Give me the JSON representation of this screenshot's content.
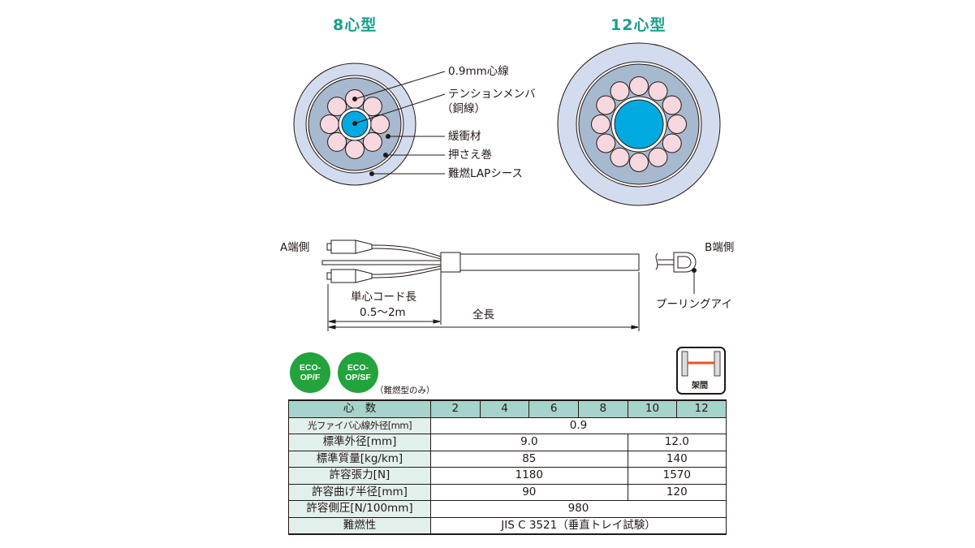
{
  "sections": {
    "cross_section_8": {
      "title": "8心型"
    },
    "cross_section_12": {
      "title": "12心型"
    }
  },
  "callouts": {
    "fiber": "0.9mm心線",
    "tension_member": "テンションメンバ",
    "tension_member_material": "（銅線）",
    "buffer": "緩衝材",
    "wrap": "押さえ巻",
    "sheath": "難燃LAPシース"
  },
  "cable_diagram": {
    "a_end": "A端側",
    "b_end": "B端側",
    "pulling_eye": "プーリングアイ",
    "cord_length_label": "単心コード長",
    "cord_length_value": "0.5～2m",
    "total_length": "全長"
  },
  "badges": [
    {
      "line1": "ECO-",
      "line2": "OP/F"
    },
    {
      "line1": "ECO-",
      "line2": "OP/SF"
    }
  ],
  "badge_note": "（難燃型のみ）",
  "span_icon_label": "架間",
  "colors": {
    "title": "#1a9e8c",
    "badge": "#22a33c",
    "header": "#a6d3cb",
    "core": "#00a9e0",
    "fiber": "#f8d8df",
    "sheath": "#d3dcef",
    "buffer": "#a7b9cf",
    "span_line": "#e8561c"
  },
  "table": {
    "header_label": "心　数",
    "cores": [
      "2",
      "4",
      "6",
      "8",
      "10",
      "12"
    ],
    "rows": [
      {
        "label": "光ファイバ心線外径[mm]",
        "values": [
          "0.9"
        ]
      },
      {
        "label": "標準外径[mm]",
        "values": [
          "9.0",
          "12.0"
        ]
      },
      {
        "label": "標準質量[kg/km]",
        "values": [
          "85",
          "140"
        ]
      },
      {
        "label": "許容張力[N]",
        "values": [
          "1180",
          "1570"
        ]
      },
      {
        "label": "許容曲げ半径[mm]",
        "values": [
          "90",
          "120"
        ]
      },
      {
        "label": "許容側圧[N/100mm]",
        "values": [
          "980"
        ]
      },
      {
        "label": "難燃性",
        "values": [
          "JIS C 3521（垂直トレイ試験）"
        ]
      }
    ]
  }
}
